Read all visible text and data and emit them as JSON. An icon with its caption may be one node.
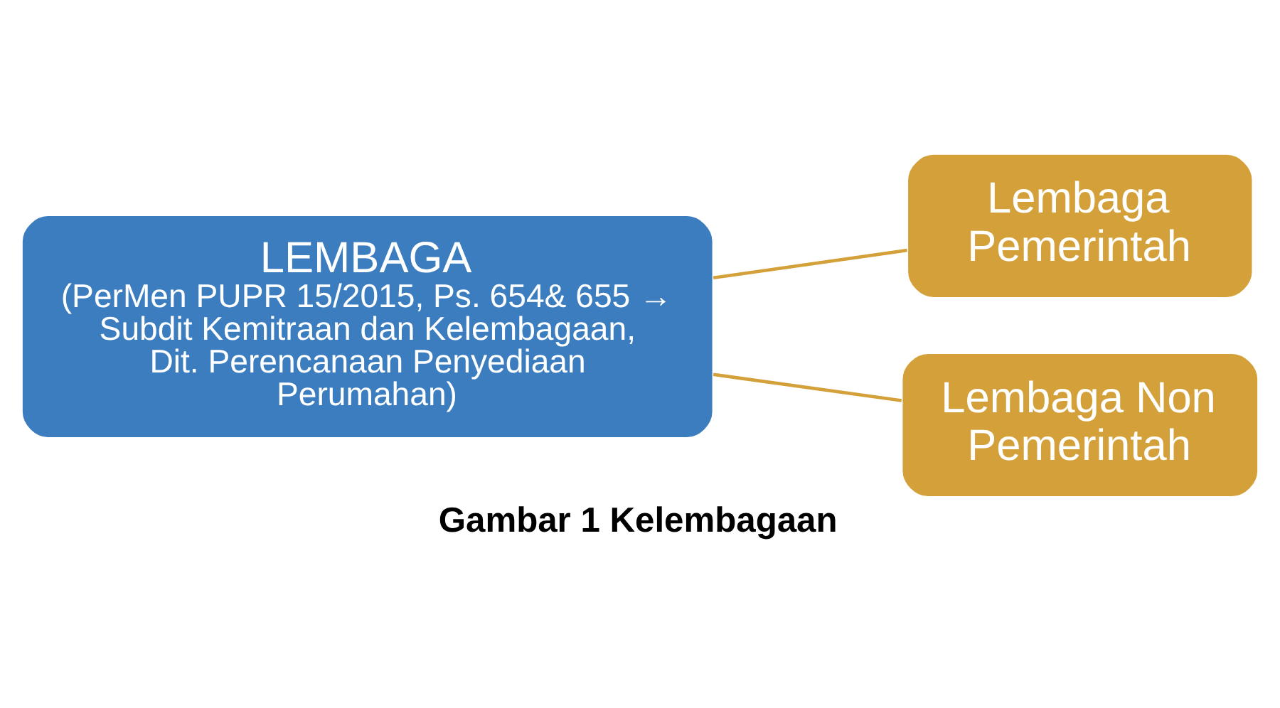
{
  "diagram": {
    "caption": "Gambar 1 Kelembagaan",
    "nodes": [
      {
        "text": [
          "LEMBAGA",
          "(PerMen PUPR 15/2015, Ps. 654& 655 → Subdit Kemitraan dan Kelembagaan, Dit. Perencanaan Penyediaan Perumahan)"
        ]
      },
      {
        "text": [
          "Lembaga Pemerintah"
        ]
      },
      {
        "text": [
          "Lembaga Non Pemerintah"
        ]
      }
    ],
    "edges": [
      {
        "from": 0,
        "to": 1,
        "arrow": "none"
      },
      {
        "from": 0,
        "to": 2,
        "arrow": "none"
      }
    ]
  }
}
